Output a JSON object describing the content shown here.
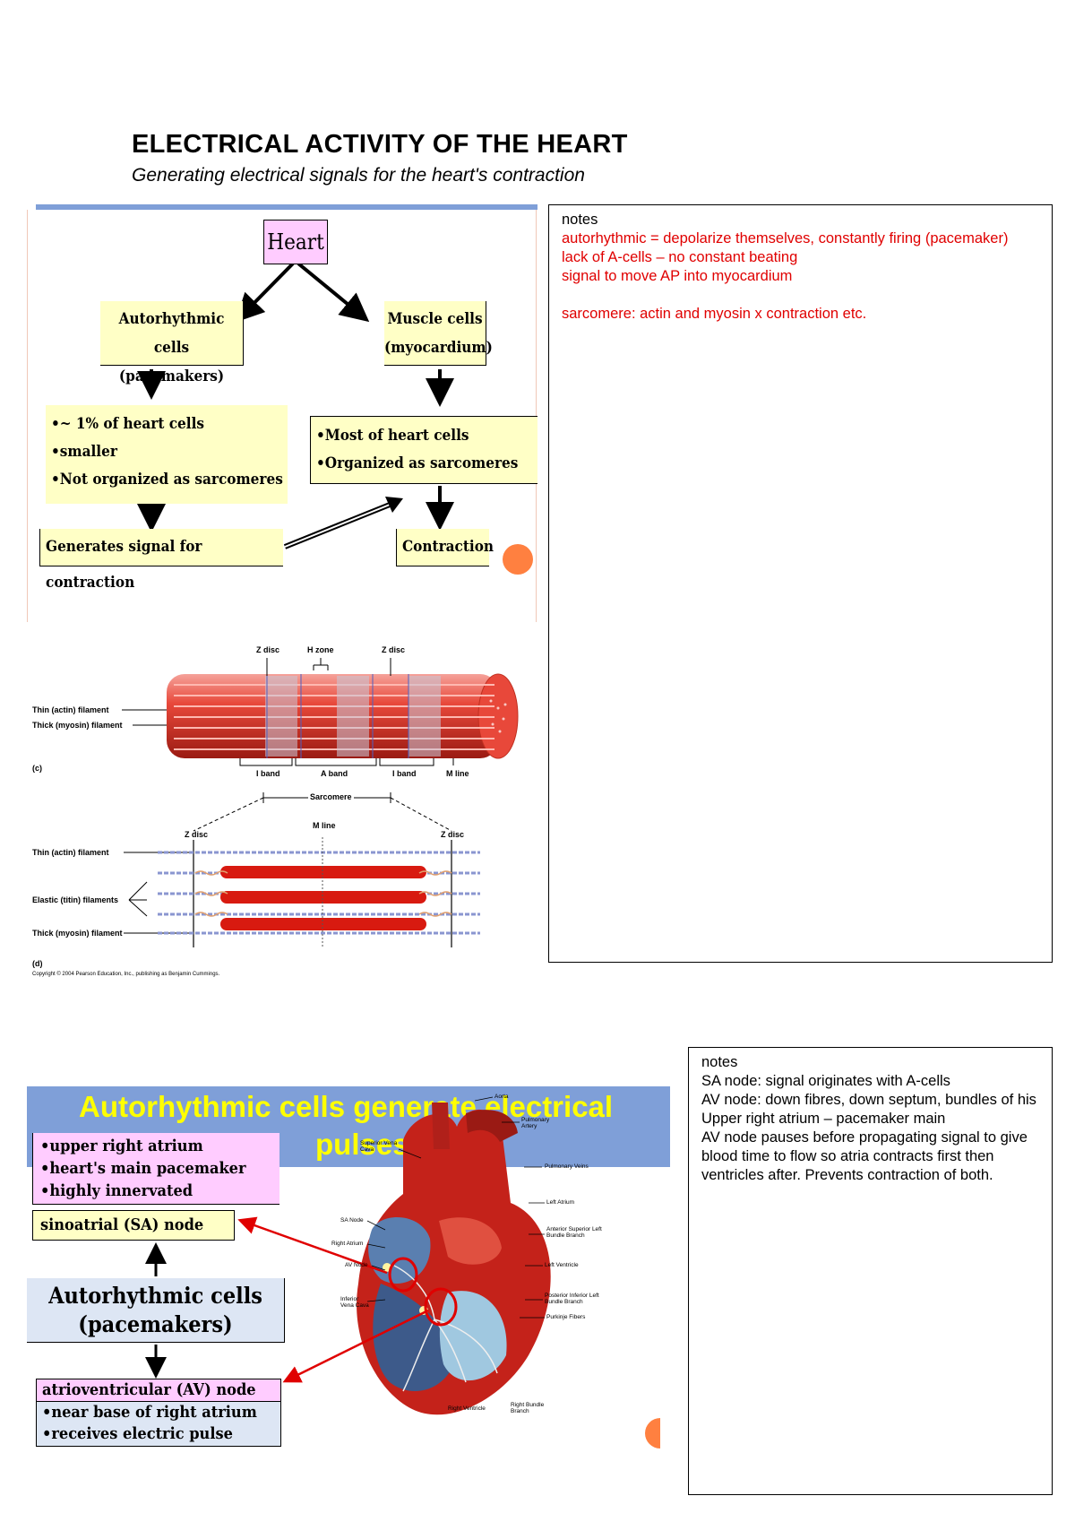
{
  "header": {
    "title": "ELECTRICAL ACTIVITY OF THE HEART",
    "subtitle": "Generating electrical signals for the heart's contraction"
  },
  "notes1": {
    "label": "notes",
    "lines": [
      "autorhythmic = depolarize themselves, constantly firing (pacemaker)",
      "lack of A-cells – no constant beating",
      "signal to move AP into myocardium",
      "",
      "sarcomere: actin and myosin x contraction etc."
    ]
  },
  "notes2": {
    "label": "notes",
    "lines": [
      "SA node: signal originates with A-cells",
      "AV node: down fibres, down septum, bundles of his",
      "Upper right atrium – pacemaker main",
      "AV node pauses before propagating signal to give blood time to flow so atria contracts first then ventricles after. Prevents contraction of both."
    ]
  },
  "flow": {
    "heart": "Heart",
    "auto1": "Autorhythmic cells",
    "auto2": "(pacemakers)",
    "muscle1": "Muscle cells",
    "muscle2": "(myocardium)",
    "left_b1": "•~ 1% of heart cells",
    "left_b2": "•smaller",
    "left_b3": "•Not organized as sarcomeres",
    "right_b1": "•Most of heart cells",
    "right_b2": "•Organized as sarcomeres",
    "generates": "Generates signal for contraction",
    "contraction": "Contraction"
  },
  "sarcomere": {
    "z_disc": "Z disc",
    "h_zone": "H zone",
    "thin": "Thin (actin) filament",
    "thick": "Thick (myosin) filament",
    "c": "(c)",
    "i_band": "I band",
    "a_band": "A band",
    "m_line": "M line",
    "sarcomere": "Sarcomere",
    "elastic": "Elastic (titin) filaments",
    "d": "(d)",
    "copyright": "Copyright © 2004 Pearson Education, Inc., publishing as Benjamin Cummings."
  },
  "slide2": {
    "title_line1": "Autorhythmic cells generate electrical",
    "title_line2": "pulses",
    "sa_b1": "•upper right atrium",
    "sa_b2": "•heart's main pacemaker",
    "sa_b3": "•highly innervated",
    "sa_node": "sinoatrial (SA) node",
    "auto1": "Autorhythmic cells",
    "auto2": "(pacemakers)",
    "av_node": "atrioventricular (AV) node",
    "av_b1": "•near base of right atrium",
    "av_b2": "•receives electric pulse",
    "heart_labels": {
      "aorta": "Aorta",
      "pulm_a": "Pulmonary Artery",
      "svc": "Superior Vena Cava",
      "pulm_v": "Pulmonary Veins",
      "left_atrium": "Left Atrium",
      "sa_node": "SA Node",
      "ant_post": "Anterior Superior Left Bundle Branch",
      "right_atrium": "Right Atrium",
      "av_node": "AV Node",
      "left_ventricle": "Left Ventricle",
      "ivc": "Inferior Vena Cava",
      "post_inf": "Posterior Inferior Left Bundle Branch",
      "purkinje": "Purkinje Fibers",
      "right_ventricle": "Right Ventricle",
      "right_bundle": "Right Bundle Branch"
    }
  },
  "colors": {
    "accent_blue": "#7f9fd8",
    "orange_dot": "#ff8040",
    "note_red": "#e00000",
    "yellow_box": "#ffffc6",
    "pink_box": "#ffccff",
    "slide_title": "#ffff00"
  }
}
